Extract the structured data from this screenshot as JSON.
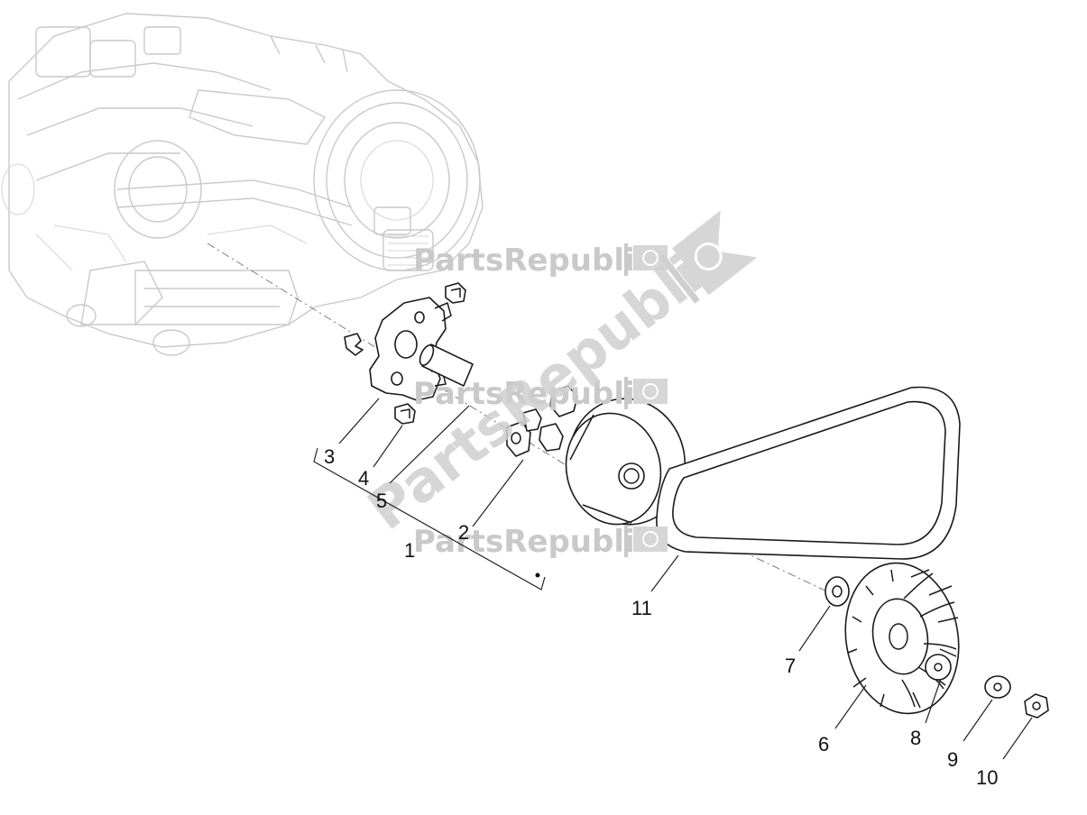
{
  "watermark": {
    "brand": "PartsRepublik",
    "color": "#c9c9c9"
  },
  "callouts": [
    "1",
    "2",
    "3",
    "4",
    "5",
    "6",
    "7",
    "8",
    "9",
    "10",
    "11"
  ],
  "colors": {
    "line": "#1a1a1a",
    "ghost": "#c9c9c9",
    "background": "#ffffff"
  }
}
